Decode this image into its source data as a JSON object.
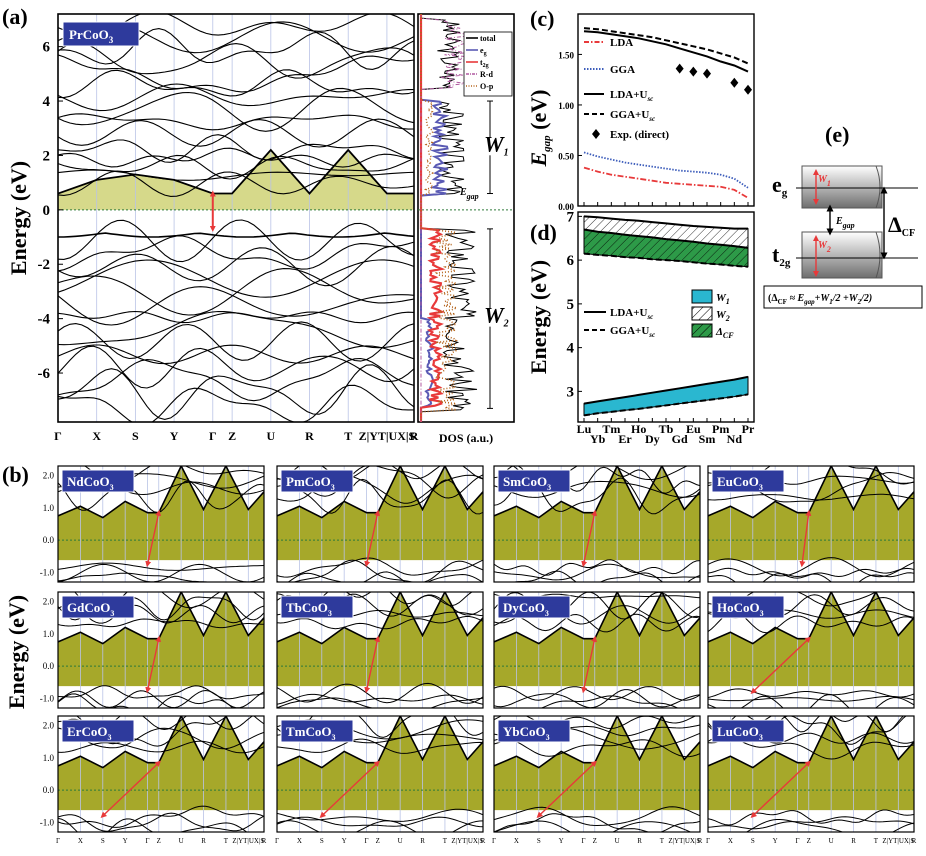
{
  "panel_labels": {
    "a": "(a)",
    "b": "(b)",
    "c": "(c)",
    "d": "(d)",
    "e": "(e)"
  },
  "chart_data": [
    {
      "id": "a",
      "type": "line",
      "compound": "PrCoO",
      "compound_sub": "3",
      "ylabel": "Energy (eV)",
      "ylim": [
        -7.8,
        7.2
      ],
      "yticks": [
        6,
        4,
        2,
        0,
        -2,
        -4,
        -6
      ],
      "kpath": [
        "Γ",
        "X",
        "S",
        "Y",
        "Γ",
        "Z",
        "U",
        "R",
        "T",
        "Z|YT|UX|S",
        "R"
      ],
      "kpos": [
        0,
        1,
        2,
        3,
        4,
        4.5,
        5.5,
        6.5,
        7.5,
        8.5,
        9.2
      ],
      "fermi": 0,
      "gap_arrow": {
        "k": 4,
        "from": -0.7,
        "to": 0.6
      },
      "band_edges": {
        "vbm": -0.7,
        "cbm_min": 0.6
      },
      "conduction_top_envelope": [
        [
          0,
          0.6
        ],
        [
          1,
          1.1
        ],
        [
          2,
          1.3
        ],
        [
          3,
          1.1
        ],
        [
          4,
          0.6
        ],
        [
          4.5,
          0.6
        ],
        [
          5.5,
          2.2
        ],
        [
          6.5,
          0.6
        ],
        [
          7.5,
          2.2
        ],
        [
          8.5,
          0.6
        ],
        [
          9.2,
          0.6
        ]
      ],
      "dos": {
        "xlabel": "DOS (a.u.)",
        "legend": [
          {
            "label": "total",
            "color": "#000000",
            "style": "solid"
          },
          {
            "label": "e",
            "sub": "g",
            "color": "#5a5ab4",
            "style": "solid"
          },
          {
            "label": "t",
            "sub": "2g",
            "color": "#e8393a",
            "style": "solid"
          },
          {
            "label": "R-d",
            "color": "#b05aa0",
            "style": "dashdot"
          },
          {
            "label": "O-p",
            "color": "#b5651d",
            "style": "dotted"
          }
        ],
        "regions": [
          {
            "name": "W",
            "sub": "1",
            "from": 0.6,
            "to": 4.0
          },
          {
            "name": "W",
            "sub": "2",
            "from": -7.3,
            "to": -0.7
          }
        ],
        "egap_label": "E",
        "egap_sub": "gap"
      }
    },
    {
      "id": "b",
      "type": "line",
      "ylabel": "Energy (eV)",
      "ylim": [
        -1.3,
        2.3
      ],
      "yticks": [
        "2.0",
        "1.0",
        "0.0",
        "-1.0"
      ],
      "kpath": [
        "Γ",
        "X",
        "S",
        "Y",
        "Γ",
        "Z",
        "U",
        "R",
        "T",
        "Z|YT|UX|S",
        "R"
      ],
      "panels": [
        {
          "compound": "NdCoO",
          "sub": "3",
          "cbm": 0.85,
          "vbm": -0.75,
          "arrow_k": [
            4.0,
            4.5
          ]
        },
        {
          "compound": "PmCoO",
          "sub": "3",
          "cbm": 0.85,
          "vbm": -0.75,
          "arrow_k": [
            4.0,
            4.5
          ]
        },
        {
          "compound": "SmCoO",
          "sub": "3",
          "cbm": 0.85,
          "vbm": -0.75,
          "arrow_k": [
            4.0,
            4.5
          ]
        },
        {
          "compound": "EuCoO",
          "sub": "3",
          "cbm": 0.85,
          "vbm": -0.75,
          "arrow_k": [
            4.2,
            4.5
          ]
        },
        {
          "compound": "GdCoO",
          "sub": "3",
          "cbm": 0.85,
          "vbm": -0.75,
          "arrow_k": [
            4.0,
            4.5
          ]
        },
        {
          "compound": "TbCoO",
          "sub": "3",
          "cbm": 0.85,
          "vbm": -0.75,
          "arrow_k": [
            4.0,
            4.5
          ]
        },
        {
          "compound": "DyCoO",
          "sub": "3",
          "cbm": 0.85,
          "vbm": -0.75,
          "arrow_k": [
            4.0,
            4.5
          ]
        },
        {
          "compound": "HoCoO",
          "sub": "3",
          "cbm": 0.85,
          "vbm": -0.8,
          "arrow_k": [
            2.0,
            4.5
          ]
        },
        {
          "compound": "ErCoO",
          "sub": "3",
          "cbm": 0.85,
          "vbm": -0.8,
          "arrow_k": [
            2.0,
            4.5
          ]
        },
        {
          "compound": "TmCoO",
          "sub": "3",
          "cbm": 0.85,
          "vbm": -0.8,
          "arrow_k": [
            2.0,
            4.5
          ]
        },
        {
          "compound": "YbCoO",
          "sub": "3",
          "cbm": 0.85,
          "vbm": -0.8,
          "arrow_k": [
            2.0,
            4.5
          ]
        },
        {
          "compound": "LuCoO",
          "sub": "3",
          "cbm": 0.85,
          "vbm": -0.8,
          "arrow_k": [
            2.0,
            4.5
          ]
        }
      ]
    },
    {
      "id": "c",
      "type": "line",
      "ylabel": "E",
      "ylabel_sub": "gap",
      "ylabel_unit": " (eV)",
      "ylim": [
        0.0,
        1.9
      ],
      "yticks": [
        "1.50",
        "1.00",
        "0.50",
        "0.00"
      ],
      "categories": [
        "Lu",
        "Yb",
        "Tm",
        "Er",
        "Ho",
        "Dy",
        "Tb",
        "Gd",
        "Eu",
        "Sm",
        "Pm",
        "Nd",
        "Pr"
      ],
      "series": [
        {
          "name": "LDA",
          "color": "#e8393a",
          "style": "dashdot",
          "values": [
            0.38,
            0.34,
            0.31,
            0.29,
            0.27,
            0.25,
            0.23,
            0.22,
            0.21,
            0.2,
            0.19,
            0.16,
            0.08
          ]
        },
        {
          "name": "GGA",
          "color": "#3d5dbb",
          "style": "dotted",
          "values": [
            0.53,
            0.49,
            0.46,
            0.43,
            0.41,
            0.39,
            0.37,
            0.35,
            0.34,
            0.33,
            0.31,
            0.27,
            0.18
          ]
        },
        {
          "name": "LDA+U",
          "name_sub": "sc",
          "color": "#000000",
          "style": "solid",
          "values": [
            1.73,
            1.72,
            1.7,
            1.68,
            1.66,
            1.63,
            1.6,
            1.56,
            1.52,
            1.48,
            1.43,
            1.39,
            1.33
          ]
        },
        {
          "name": "GGA+U",
          "name_sub": "sc",
          "color": "#000000",
          "style": "dashed",
          "values": [
            1.76,
            1.75,
            1.73,
            1.71,
            1.69,
            1.67,
            1.64,
            1.61,
            1.58,
            1.55,
            1.51,
            1.47,
            1.41
          ]
        },
        {
          "name": "Exp. (direct)",
          "color": "#000000",
          "style": "diamond",
          "points": [
            [
              "Gd",
              1.36
            ],
            [
              "Eu",
              1.33
            ],
            [
              "Sm",
              1.31
            ],
            [
              "Nd",
              1.22
            ],
            [
              "Pr",
              1.15
            ]
          ]
        }
      ]
    },
    {
      "id": "d",
      "type": "area",
      "ylabel": "Energy (eV)",
      "ylim": [
        2.3,
        7.1
      ],
      "yticks": [
        "7",
        "6",
        "5",
        "4",
        "3"
      ],
      "categories": [
        "Lu",
        "Yb",
        "Tm",
        "Er",
        "Ho",
        "Dy",
        "Tb",
        "Gd",
        "Eu",
        "Sm",
        "Pm",
        "Nd",
        "Pr"
      ],
      "lines": [
        {
          "name": "LDA+U",
          "name_sub": "sc",
          "style": "solid"
        },
        {
          "name": "GGA+U",
          "name_sub": "sc",
          "style": "dashed"
        }
      ],
      "bands": [
        {
          "name": "W",
          "sub": "1",
          "color": "#2ab7d0",
          "hatch": false,
          "lower": [
            2.45,
            2.5,
            2.53,
            2.57,
            2.6,
            2.64,
            2.68,
            2.72,
            2.76,
            2.8,
            2.84,
            2.88,
            2.93
          ],
          "upper": [
            2.72,
            2.77,
            2.82,
            2.87,
            2.92,
            2.97,
            3.02,
            3.07,
            3.12,
            3.17,
            3.22,
            3.27,
            3.33
          ]
        },
        {
          "name": "W",
          "sub": "2",
          "color": "#ffffff",
          "hatch": true,
          "lower": [
            6.55,
            6.53,
            6.5,
            6.47,
            6.43,
            6.4,
            6.36,
            6.32,
            6.28,
            6.24,
            6.2,
            6.16,
            6.12
          ],
          "upper": [
            7.0,
            6.98,
            6.95,
            6.92,
            6.9,
            6.87,
            6.84,
            6.81,
            6.78,
            6.76,
            6.74,
            6.72,
            6.72
          ]
        },
        {
          "name": "Δ",
          "sub": "CF",
          "color": "#2d9a48",
          "hatch": true,
          "lower": [
            6.15,
            6.12,
            6.1,
            6.07,
            6.05,
            6.02,
            6.0,
            5.98,
            5.95,
            5.92,
            5.9,
            5.87,
            5.85
          ],
          "upper": [
            6.7,
            6.65,
            6.62,
            6.58,
            6.55,
            6.52,
            6.48,
            6.45,
            6.42,
            6.38,
            6.35,
            6.32,
            6.28
          ]
        }
      ]
    }
  ],
  "panel_e": {
    "eg": "e",
    "eg_sub": "g",
    "t2g": "t",
    "t2g_sub": "2g",
    "w1": "W",
    "w1_sub": "1",
    "w2": "W",
    "w2_sub": "2",
    "egap": "E",
    "egap_sub": "gap",
    "dcf": "Δ",
    "dcf_sub": "CF",
    "formula_parts": [
      "(Δ",
      "CF",
      " ≈ E",
      "gap",
      "+W",
      "1",
      "/2 +W",
      "2",
      "/2)"
    ]
  },
  "colors": {
    "fill": "#a6a82a",
    "fill_a": "#d6d98a",
    "badge": "#2e3a9c",
    "arrow": "#e8393a",
    "grid": "#b9c3e6"
  }
}
